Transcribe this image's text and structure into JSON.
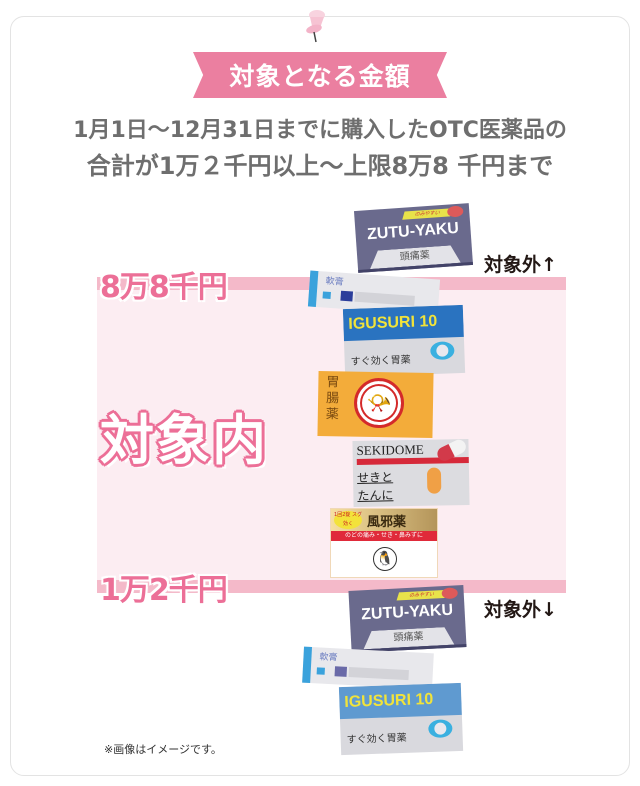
{
  "title": "対象となる金額",
  "subtitle": {
    "line1": "1月1日～12月31日までに購入したOTC医薬品の",
    "line2": "合計が1万２千円以上～上限8万8 千円まで"
  },
  "limits": {
    "upper": "8万8千円",
    "lower": "1万2千円"
  },
  "zone_label": "対象内",
  "outside": {
    "above": "対象外↑",
    "below": "対象外↓"
  },
  "note": "※画像はイメージです。",
  "products": {
    "zutu": {
      "name": "ZUTU-YAKU",
      "tag": "のみやすい",
      "label": "頭痛薬"
    },
    "ointment": {
      "label": "軟膏"
    },
    "igusuri": {
      "name": "IGUSURI 10",
      "label": "すぐ効く胃薬"
    },
    "gut": {
      "label": "胃腸薬",
      "icon": "bugle-icon"
    },
    "sekidome": {
      "name": "SEKIDOME",
      "line1": "せきと",
      "line2": "たんに"
    },
    "kaze": {
      "badge": "1回2錠 スグ効く",
      "name": "風邪薬",
      "desc": "のどの痛み・せき・鼻みずに",
      "icon": "penguin-icon"
    }
  },
  "colors": {
    "accent_pink": "#eb7fa0",
    "zone_bg": "#fcedf2",
    "bar_pink": "#f4b9c9",
    "text_gray": "#6e6e6e"
  }
}
